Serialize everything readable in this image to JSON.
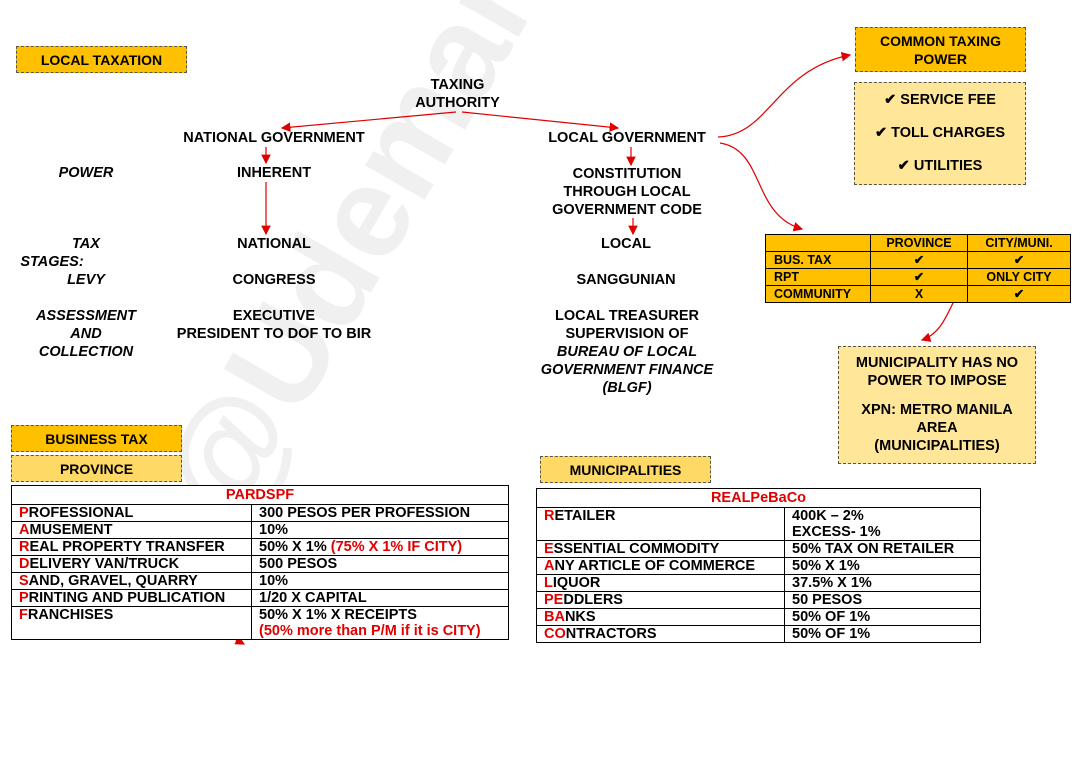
{
  "title": "LOCAL TAXATION",
  "taxing_authority": "TAXING\nAUTHORITY",
  "national": {
    "heading": "NATIONAL GOVERNMENT",
    "power": "INHERENT",
    "stage": "NATIONAL",
    "levy": "CONGRESS",
    "assessment": "EXECUTIVE\nPRESIDENT TO DOF TO BIR"
  },
  "local": {
    "heading": "LOCAL GOVERNMENT",
    "power": "CONSTITUTION\nTHROUGH LOCAL\nGOVERNMENT CODE",
    "stage": "LOCAL",
    "levy": "SANGGUNIAN",
    "assessment_lines": [
      "LOCAL TREASURER",
      "SUPERVISION OF"
    ],
    "assessment_italic": "BUREAU OF LOCAL\nGOVERNMENT FINANCE\n(BLGF)"
  },
  "row_labels": {
    "power": "POWER",
    "tax": "TAX",
    "stages": "STAGES:",
    "levy": "LEVY",
    "assessment": "ASSESSMENT\nAND\nCOLLECTION"
  },
  "common_taxing": {
    "title": "COMMON TAXING\nPOWER",
    "items": [
      "✔ SERVICE FEE",
      "✔ TOLL CHARGES",
      "✔ UTILITIES"
    ]
  },
  "grid": {
    "headers": [
      "",
      "PROVINCE",
      "CITY/MUNI."
    ],
    "rows": [
      [
        "BUS. TAX",
        "✔",
        "✔"
      ],
      [
        "RPT",
        "✔",
        "ONLY CITY"
      ],
      [
        "COMMUNITY",
        "X",
        "✔"
      ]
    ]
  },
  "municipality_note": {
    "line1": "MUNICIPALITY HAS NO\nPOWER TO IMPOSE",
    "line2": "XPN: METRO MANILA\nAREA\n(MUNICIPALITIES)"
  },
  "business_tax": {
    "title": "BUSINESS TAX",
    "province_label": "PROVINCE",
    "province_table": {
      "header": "PARDSPF",
      "rows": [
        {
          "first": "P",
          "rest": "ROFESSIONAL",
          "value": "300 PESOS PER PROFESSION",
          "note": ""
        },
        {
          "first": "A",
          "rest": "MUSEMENT",
          "value": "10%",
          "note": ""
        },
        {
          "first": "R",
          "rest": "EAL PROPERTY TRANSFER",
          "value": "50% X 1%",
          "note": "(75% X 1% IF CITY)"
        },
        {
          "first": "D",
          "rest": "ELIVERY VAN/TRUCK",
          "value": "500 PESOS",
          "note": ""
        },
        {
          "first": "S",
          "rest": "AND, GRAVEL, QUARRY",
          "value": "10%",
          "note": ""
        },
        {
          "first": "P",
          "rest": "RINTING AND PUBLICATION",
          "value": "1/20 X CAPITAL",
          "note": ""
        },
        {
          "first": "F",
          "rest": "RANCHISES",
          "value": "50% X 1% X RECEIPTS",
          "note": "(50% more than P/M if it is CITY)"
        }
      ]
    },
    "municipalities_label": "MUNICIPALITIES",
    "municipal_table": {
      "header": "REALPeBaCo",
      "rows": [
        {
          "first": "R",
          "rest": "ETAILER",
          "value": "400K – 2%",
          "value2": "EXCESS- 1%"
        },
        {
          "first": "E",
          "rest": "SSENTIAL COMMODITY",
          "value": "50% TAX ON RETAILER",
          "value2": ""
        },
        {
          "first": "A",
          "rest": "NY ARTICLE OF COMMERCE",
          "value": "50% X 1%",
          "value2": ""
        },
        {
          "first": "L",
          "rest": "IQUOR",
          "value": "37.5% X 1%",
          "value2": ""
        },
        {
          "first": "PE",
          "rest": "DDLERS",
          "value": "50 PESOS",
          "value2": ""
        },
        {
          "first": "BA",
          "rest": "NKS",
          "value": "50% OF 1%",
          "value2": ""
        },
        {
          "first": "CO",
          "rest": "NTRACTORS",
          "value": "50% OF 1%",
          "value2": ""
        }
      ]
    }
  },
  "watermark": "@Udemarcoo",
  "colors": {
    "orange": "#ffc000",
    "light_orange": "#ffd966",
    "pale": "#ffe699",
    "red": "#e00000"
  }
}
